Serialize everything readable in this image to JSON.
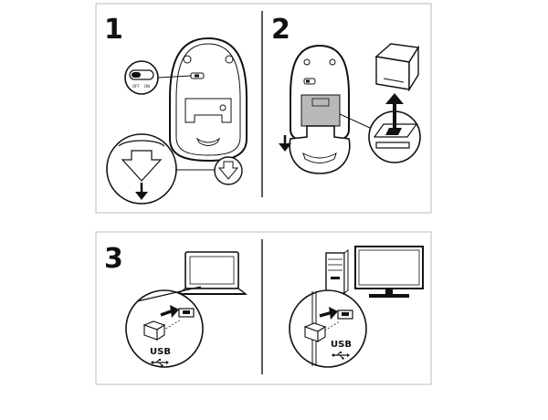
{
  "panels": [
    {
      "step": "1",
      "switch": {
        "off": "OFF",
        "on": "ON"
      }
    },
    {
      "step": "2"
    },
    {
      "step": "3",
      "usb_left": "USB",
      "usb_right": "USB"
    }
  ]
}
